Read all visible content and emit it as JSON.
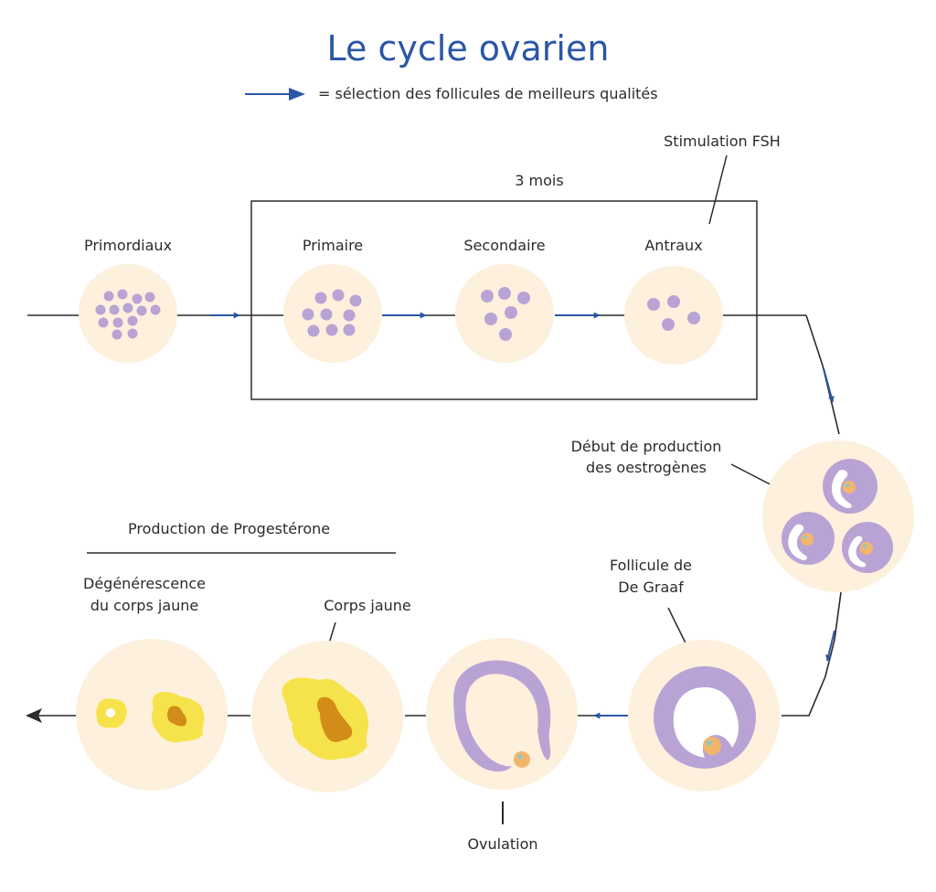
{
  "title": "Le cycle ovarien",
  "legend": {
    "text": "= sélection des follicules de meilleurs qualités"
  },
  "box_label": "3 mois",
  "labels": {
    "stimulation": "Stimulation FSH",
    "primordiaux": "Primordiaux",
    "primaire": "Primaire",
    "secondaire": "Secondaire",
    "antraux": "Antraux",
    "debut_line1": "Début de production",
    "debut_line2": "des oestrogènes",
    "graaf_line1": "Follicule de",
    "graaf_line2": "De Graaf",
    "progesterone": "Production de Progestérone",
    "degen_line1": "Dégénérescence",
    "degen_line2": "du corps jaune",
    "corps_jaune": "Corps jaune",
    "ovulation": "Ovulation"
  },
  "colors": {
    "title_blue": "#2a56a6",
    "arrow_blue": "#2a56a6",
    "line": "#2b2b2b",
    "circle_bg": "#fdf0dc",
    "follicle_purple": "#b9a3d5",
    "oocyte_orange": "#f2b66a",
    "nucleus_teal": "#8ec9c9",
    "corpus_yellow": "#f6e34b",
    "corpus_brown": "#d28d18"
  }
}
